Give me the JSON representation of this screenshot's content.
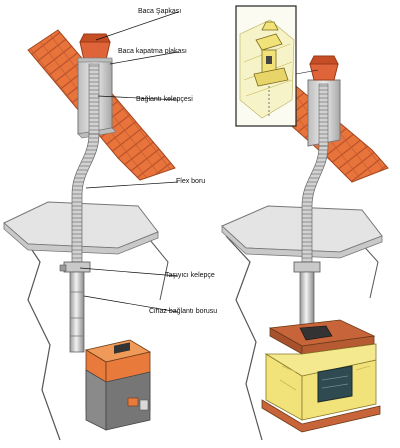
{
  "labels": {
    "cap": "Baca Şapkası",
    "closing_plate": "Baca kapatma plakası",
    "connection_clamp": "Bağlantı kelepçesi",
    "flex_pipe": "Flex boru",
    "support_clamp": "Taşıyıcı kelepçe",
    "appliance_pipe": "Cihaz bağlantı borusu"
  },
  "colors": {
    "roof_tile": "#e8743b",
    "roof_tile_dark": "#b9502a",
    "cap": "#e0643a",
    "pipe": "#d6d6d6",
    "pipe_dark": "#8c8c8c",
    "slab": "#e4e4e4",
    "wall_outline": "#555555",
    "boiler_body": "#8a8a8a",
    "boiler_top": "#e87a3c",
    "fireplace_body": "#f1e27a",
    "fireplace_brick": "#c8643a",
    "inset_border": "#222222"
  }
}
